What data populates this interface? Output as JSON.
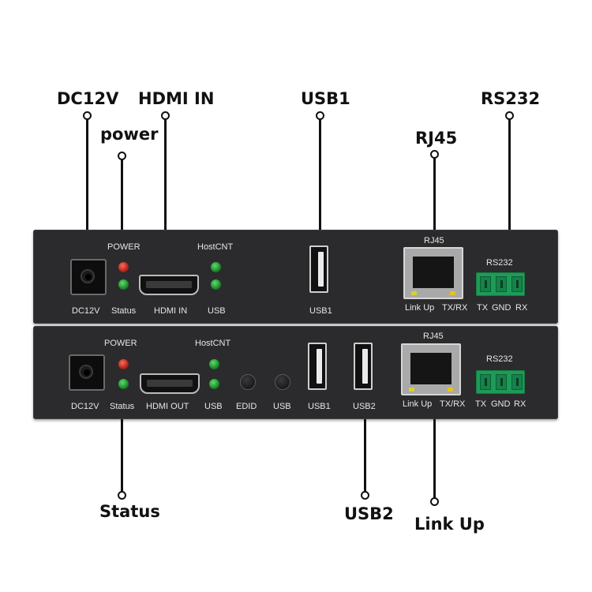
{
  "callouts": {
    "dc12v": "DC12V",
    "hdmi_in": "HDMI IN",
    "usb1": "USB1",
    "rs232": "RS232",
    "power": "power",
    "rj45": "RJ45",
    "status": "Status",
    "usb2": "USB2",
    "link_up": "Link Up"
  },
  "top_panel": {
    "power": "POWER",
    "hostcnt": "HostCNT",
    "rj45": "RJ45",
    "rs232": "RS232",
    "dc12v": "DC12V",
    "status": "Status",
    "hdmi_in": "HDMI IN",
    "usb": "USB",
    "usb1": "USB1",
    "link_up": "Link Up",
    "txrx": "TX/RX",
    "tx": "TX",
    "gnd": "GND",
    "rx": "RX"
  },
  "bottom_panel": {
    "power": "POWER",
    "hostcnt": "HostCNT",
    "rj45": "RJ45",
    "rs232": "RS232",
    "dc12v": "DC12V",
    "status": "Status",
    "hdmi_out": "HDMI OUT",
    "usb": "USB",
    "edid": "EDID",
    "usb_btn": "USB",
    "usb1": "USB1",
    "usb2": "USB2",
    "link_up": "Link Up",
    "txrx": "TX/RX",
    "tx": "TX",
    "gnd": "GND",
    "rx": "RX"
  },
  "colors": {
    "panel": "#2b2b2d",
    "led_red": "#b0261d",
    "led_green": "#1d8a2c",
    "terminal_green": "#1e9b57"
  }
}
